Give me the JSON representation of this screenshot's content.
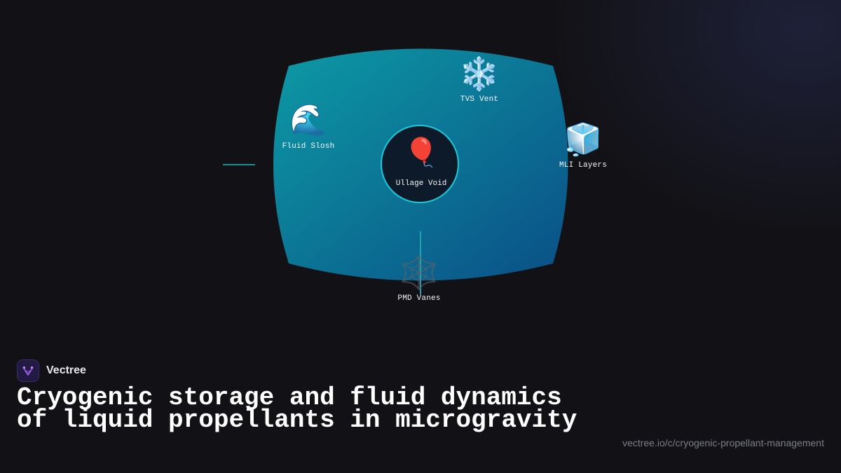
{
  "diagram": {
    "center": {
      "label": "Ullage Void",
      "icon": "balloon-icon",
      "glyph": "🎈"
    },
    "nodes": [
      {
        "id": "fluid-slosh",
        "label": "Fluid Slosh",
        "icon": "wave-icon",
        "glyph": "🌊"
      },
      {
        "id": "tvs-vent",
        "label": "TVS Vent",
        "icon": "snowflake-icon",
        "glyph": "❄️"
      },
      {
        "id": "mli-layers",
        "label": "MLI Layers",
        "icon": "ice-cube-icon",
        "glyph": "🧊"
      },
      {
        "id": "pmd-vanes",
        "label": "PMD Vanes",
        "icon": "spider-web-icon",
        "glyph": "🕸️"
      }
    ],
    "colors": {
      "blob_start": "#0d9aa5",
      "blob_end": "#0a4f86",
      "accent": "#1fc8d8",
      "center_fill": "#0d1a2a"
    }
  },
  "brand": {
    "name": "Vectree",
    "logo_icon": "vectree-logo-icon",
    "logo_color": "#9b5de5"
  },
  "headline": "Cryogenic storage and fluid dynamics of liquid propellants in microgravity",
  "url": "vectree.io/c/cryogenic-propellant-management",
  "background": "#121216"
}
